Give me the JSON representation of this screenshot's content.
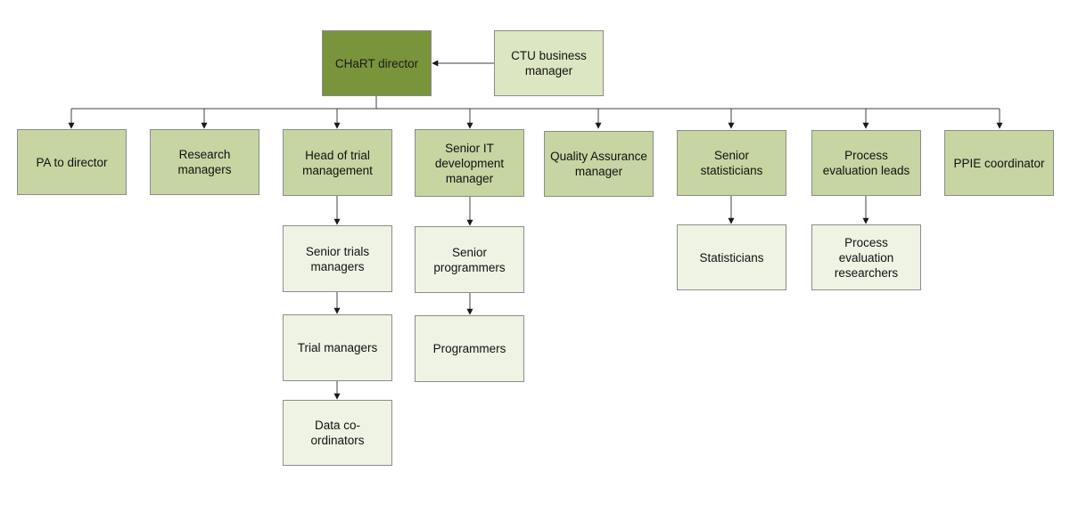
{
  "colors": {
    "director": "#7a943c",
    "level1": "#c6d5a2",
    "manager": "#dce6c2",
    "level2": "#eef3e4",
    "line": "#404040"
  },
  "director": {
    "label": "CHaRT director"
  },
  "business_manager": {
    "label": "CTU business\nmanager"
  },
  "roles": {
    "pa": "PA to director",
    "research_managers": "Research\nmanagers",
    "head_trial_mgmt": "Head of trial\nmanagement",
    "senior_trials_managers": "Senior trials\nmanagers",
    "trial_managers": "Trial managers",
    "data_coordinators": "Data co-ordinators",
    "senior_it": "Senior IT\ndevelopment\nmanager",
    "senior_programmers": "Senior\nprogrammers",
    "programmers": "Programmers",
    "qa_manager": "Quality Assurance\nmanager",
    "senior_statisticians": "Senior statisticians",
    "statisticians": "Statisticians",
    "process_eval_leads": "Process\nevaluation leads",
    "process_eval_researchers": "Process\nevaluation\nresearchers",
    "ppie": "PPIE coordinator"
  }
}
